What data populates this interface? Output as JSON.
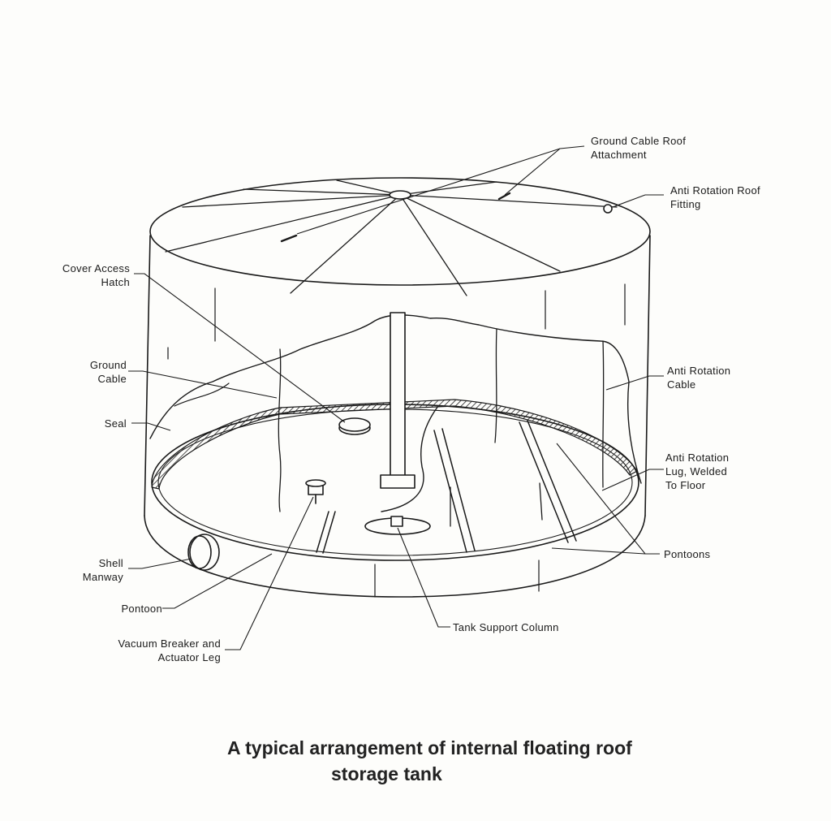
{
  "labels": {
    "ground_cable_roof": [
      "Ground Cable Roof",
      "Attachment"
    ],
    "anti_rotation_roof": [
      "Anti Rotation Roof",
      "Fitting"
    ],
    "cover_access": [
      "Cover Access",
      "Hatch"
    ],
    "ground_cable": [
      "Ground",
      "Cable"
    ],
    "seal": "Seal",
    "anti_rotation_cable": [
      "Anti Rotation",
      "Cable"
    ],
    "anti_rotation_lug": [
      "Anti Rotation",
      "Lug, Welded",
      "To Floor"
    ],
    "pontoons": "Pontoons",
    "shell_manway": [
      "Shell",
      "Manway"
    ],
    "pontoon": "Pontoon",
    "vacuum_breaker": [
      "Vacuum Breaker and",
      "Actuator Leg"
    ],
    "tank_support_column": "Tank Support Column"
  },
  "caption": [
    "A typical arrangement of internal floating roof",
    "storage tank"
  ]
}
